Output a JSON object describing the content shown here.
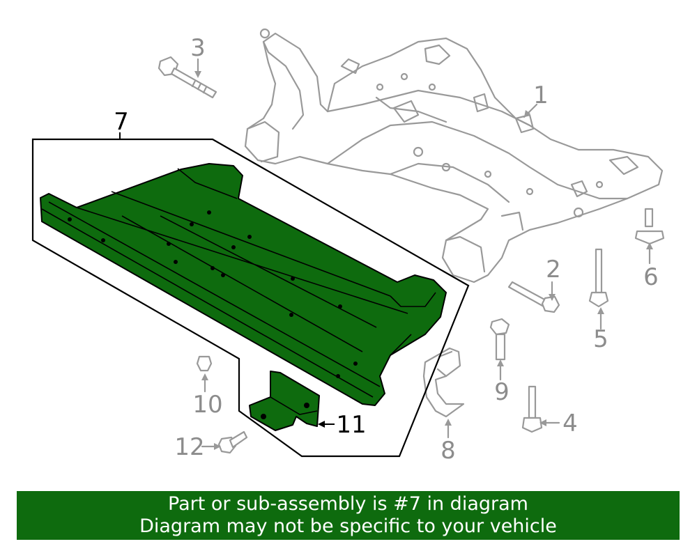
{
  "callouts": {
    "c1": "1",
    "c2": "2",
    "c3": "3",
    "c4": "4",
    "c5": "5",
    "c6": "6",
    "c7": "7",
    "c8": "8",
    "c9": "9",
    "c10": "10",
    "c11": "11",
    "c12": "12"
  },
  "banner": {
    "line1": "Part or sub-assembly is #7 in diagram",
    "line2": "Diagram may not be specific to your vehicle"
  },
  "colors": {
    "highlight": "#0e6b0e",
    "gray": "#999999",
    "callout_gray": "#8c8c8c"
  }
}
